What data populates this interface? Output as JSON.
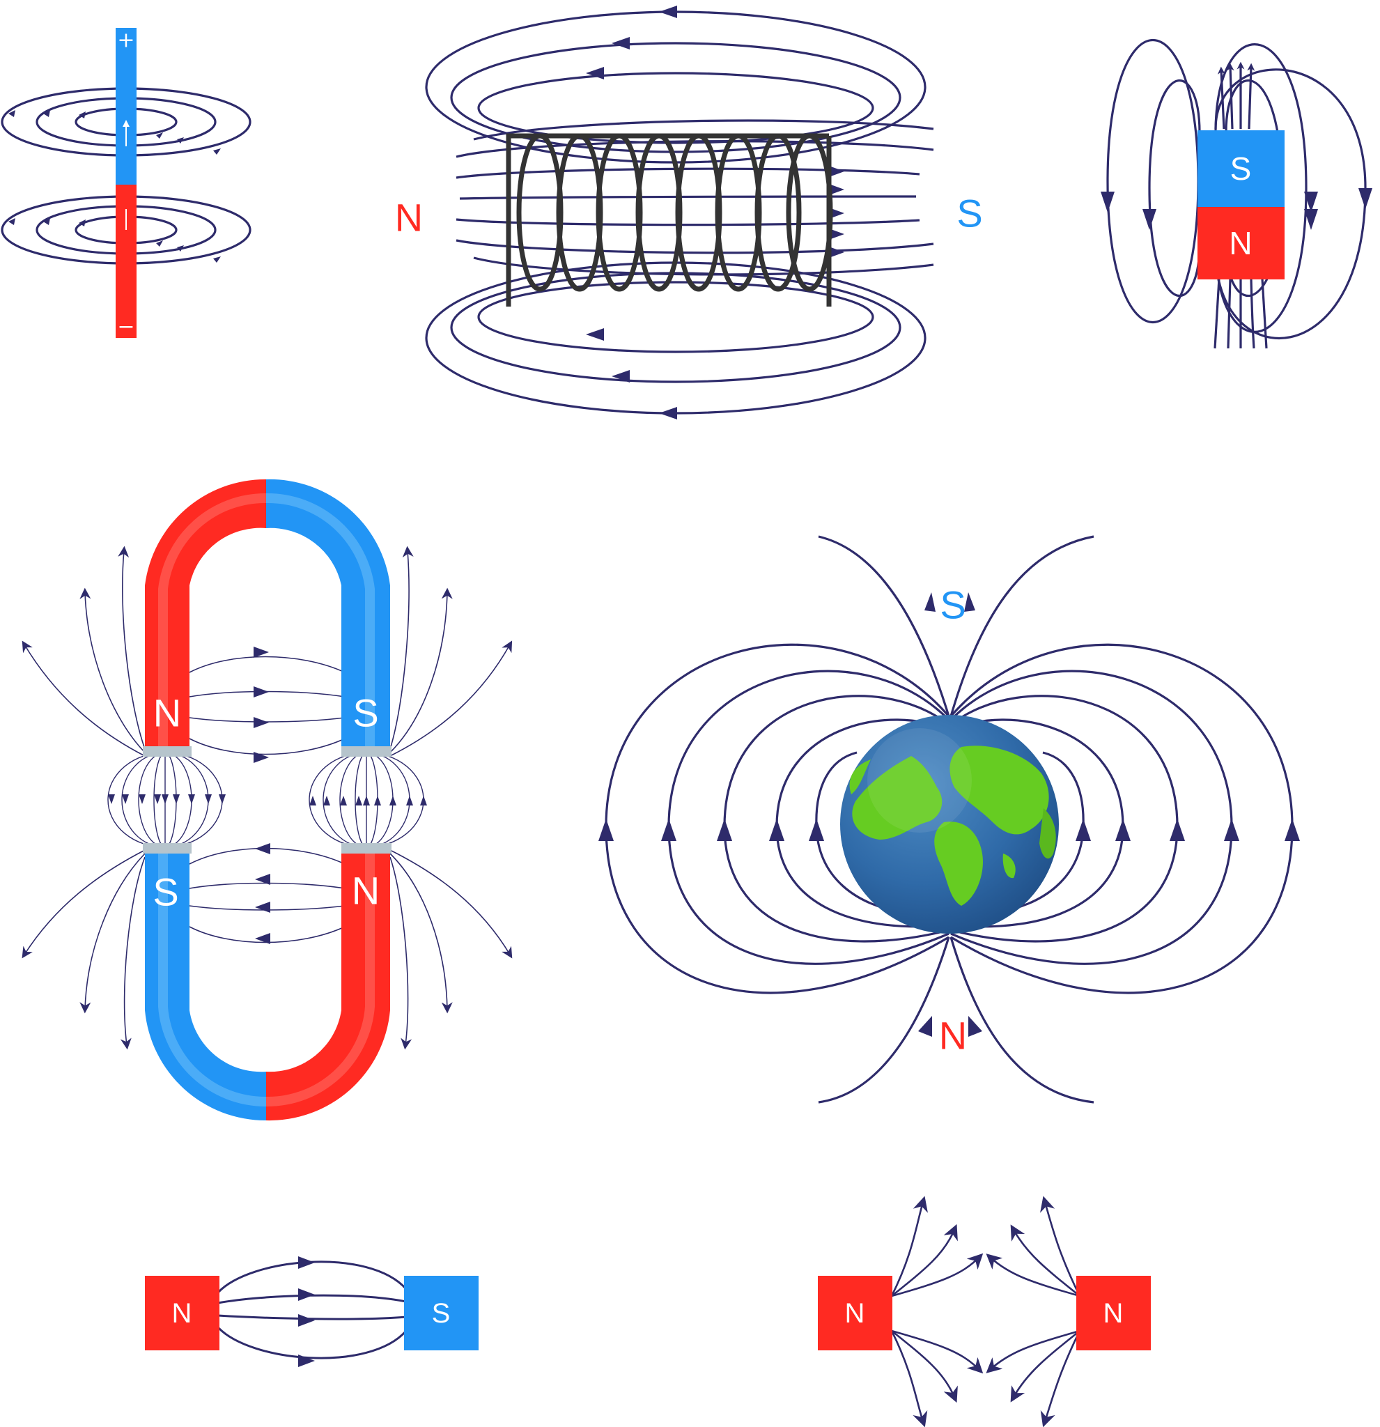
{
  "colors": {
    "north": "#ff2a22",
    "south": "#2295f5",
    "field_line": "#2e2b6b",
    "coil": "#333333",
    "pole_cap": "#b6c4cc",
    "ocean": "#2f6aa8",
    "land": "#66cc22"
  },
  "straight_wire": {
    "plus_label": "+",
    "minus_label": "−"
  },
  "solenoid": {
    "left_pole": "N",
    "right_pole": "S"
  },
  "bar_magnet": {
    "top_pole": "S",
    "bottom_pole": "N"
  },
  "horseshoe": {
    "top_left_pole": "N",
    "top_right_pole": "S",
    "bottom_left_pole": "S",
    "bottom_right_pole": "N"
  },
  "earth": {
    "top_pole": "S",
    "bottom_pole": "N"
  },
  "attracting_pair": {
    "left_pole": "N",
    "right_pole": "S"
  },
  "repelling_pair": {
    "left_pole": "N",
    "right_pole": "N"
  }
}
